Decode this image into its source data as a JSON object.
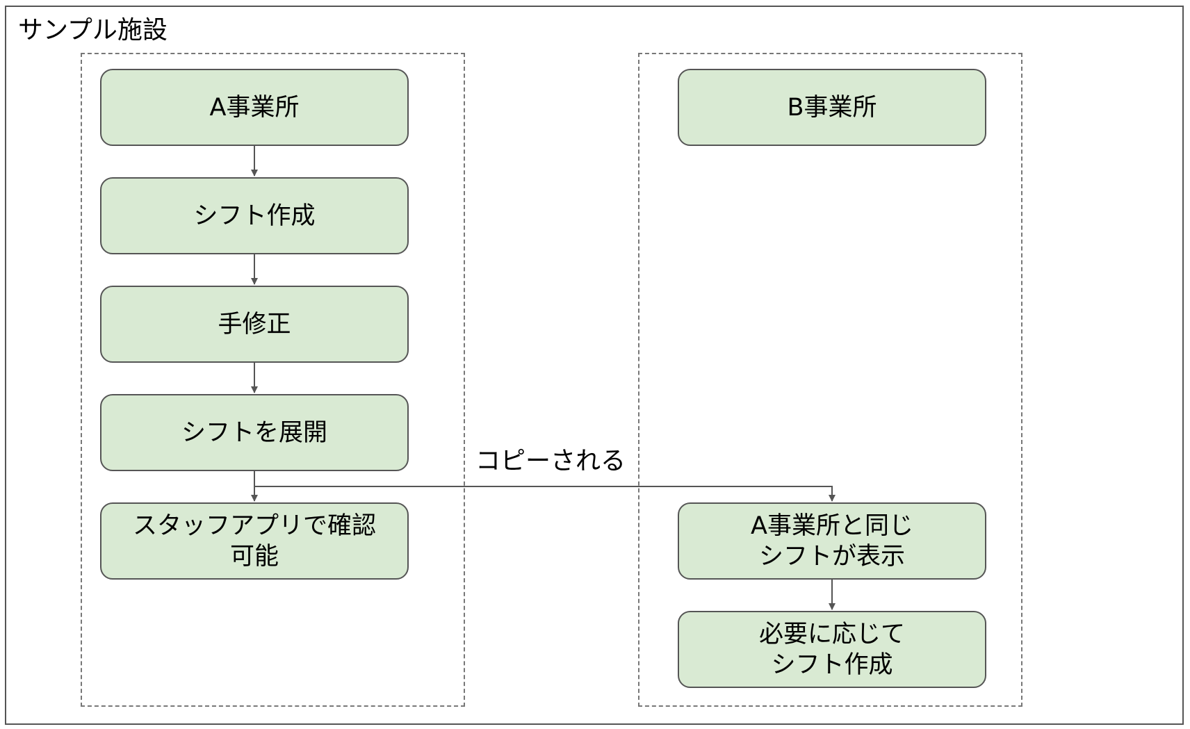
{
  "facility": {
    "title": "サンプル施設"
  },
  "office_a": {
    "nodes": [
      {
        "label": "A事業所"
      },
      {
        "label": "シフト作成"
      },
      {
        "label": "手修正"
      },
      {
        "label": "シフトを展開"
      },
      {
        "label": "スタッフアプリで確認\n可能"
      }
    ]
  },
  "office_b": {
    "nodes": [
      {
        "label": "B事業所"
      },
      {
        "label": "A事業所と同じ\nシフトが表示"
      },
      {
        "label": "必要に応じて\nシフト作成"
      }
    ]
  },
  "copy_edge": {
    "label": "コピーされる"
  },
  "colors": {
    "node_fill": "#d9ead3",
    "node_border": "#555555",
    "connector": "#555555"
  }
}
